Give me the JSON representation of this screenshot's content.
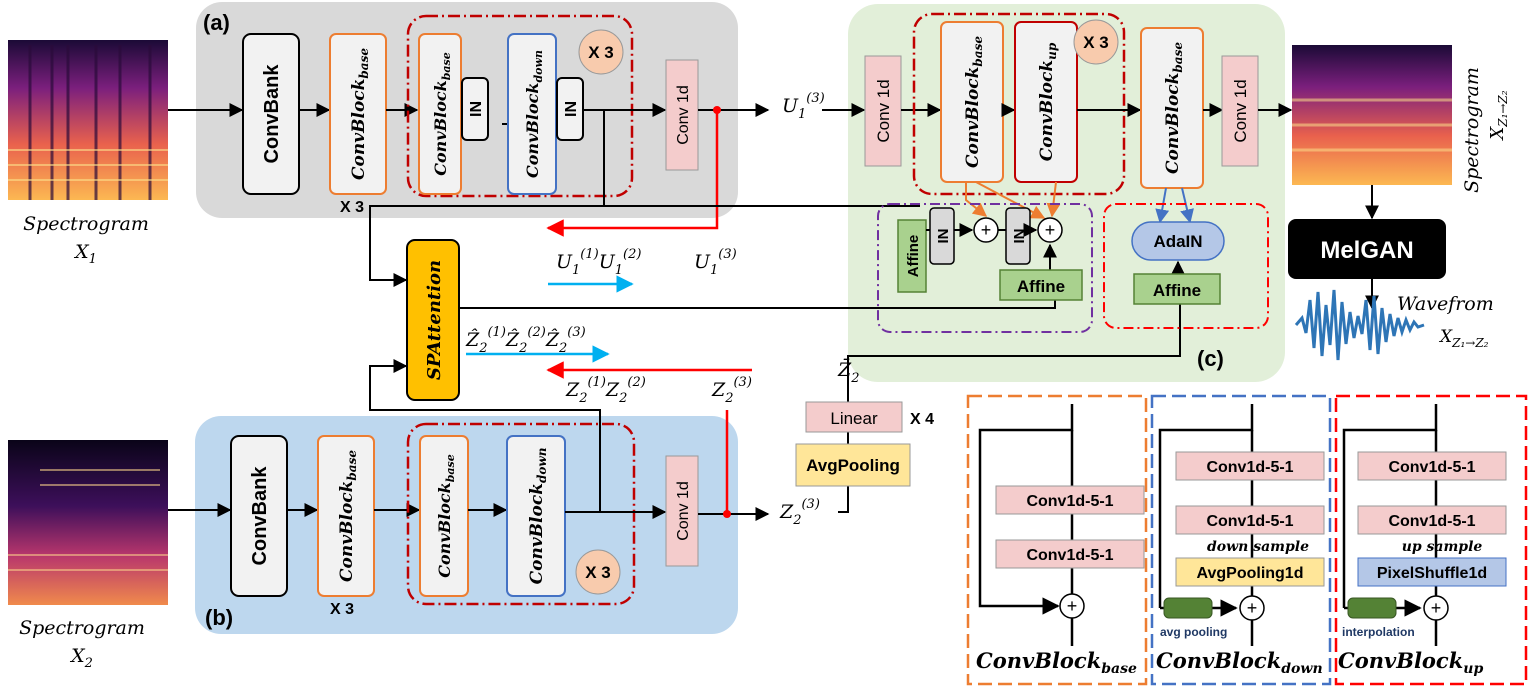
{
  "panel_labels": {
    "a": "(a)",
    "b": "(b)",
    "c": "(c)"
  },
  "spectrogram_x1": {
    "word": "Spectrogram",
    "var": "X",
    "sub": "1"
  },
  "spectrogram_x2": {
    "word": "Spectrogram",
    "var": "X",
    "sub": "2"
  },
  "spectrogram_out": {
    "word": "Spectrogram",
    "var": "X",
    "sub": "Z₁→Z₂"
  },
  "waveform_out": {
    "word": "Wavefrom",
    "var": "X",
    "sub": "Z₁→Z₂"
  },
  "blocks": {
    "convbank": "ConvBank",
    "convblock": "ConvBlock",
    "sub_base": "base",
    "sub_down": "down",
    "sub_up": "up",
    "in": "IN",
    "conv1d": "Conv 1d",
    "x3": "X 3",
    "x4": "X 4",
    "spattention": "SPAttention",
    "affine": "Affine",
    "adain": "AdaIN",
    "melgan": "MelGAN",
    "linear": "Linear",
    "avgpooling": "AvgPooling"
  },
  "math": {
    "U1_3": {
      "base": "U",
      "sub": "1",
      "sup": "(3)"
    },
    "U1_1": {
      "base": "U",
      "sub": "1",
      "sup": "(1)"
    },
    "U1_2": {
      "base": "U",
      "sub": "1",
      "sup": "(2)"
    },
    "Zhat_1": {
      "base": "Ẑ",
      "sub": "2",
      "sup": "(1)"
    },
    "Zhat_2": {
      "base": "Ẑ",
      "sub": "2",
      "sup": "(2)"
    },
    "Zhat_3": {
      "base": "Ẑ",
      "sub": "2",
      "sup": "(3)"
    },
    "Z2_1": {
      "base": "Z",
      "sub": "2",
      "sup": "(1)"
    },
    "Z2_2": {
      "base": "Z",
      "sub": "2",
      "sup": "(2)"
    },
    "Z2_3": {
      "base": "Z",
      "sub": "2",
      "sup": "(3)"
    },
    "Zbar": {
      "base": "Z̄",
      "sub": "2"
    }
  },
  "detail_boxes": {
    "conv1d_5_1": "Conv1d-5-1",
    "down_sample": "down sample",
    "up_sample": "up sample",
    "avgpooling1d": "AvgPooling1d",
    "pixelshuffle1d": "PixelShuffle1d",
    "avg_pooling": "avg pooling",
    "interpolation": "interpolation",
    "title_base": {
      "base": "ConvBlock",
      "sub": "base"
    },
    "title_down": {
      "base": "ConvBlock",
      "sub": "down"
    },
    "title_up": {
      "base": "ConvBlock",
      "sub": "up"
    }
  },
  "colors": {
    "panel_a_bg": "#d9d9d9",
    "panel_b_bg": "#bdd7ee",
    "panel_c_bg": "#e2efd9",
    "conv1d_fill": "#f4cccc",
    "orange_border": "#ed7d31",
    "blue_border": "#4472c4",
    "red_border": "#c00000",
    "affine_fill": "#a9d18e",
    "green_dark": "#548235",
    "adain_fill": "#b4c7e7",
    "spatt_fill": "#ffc000",
    "avgpool_fill": "#ffe699",
    "red_arrow": "#ff0000",
    "cyan_arrow": "#00b0f0"
  }
}
